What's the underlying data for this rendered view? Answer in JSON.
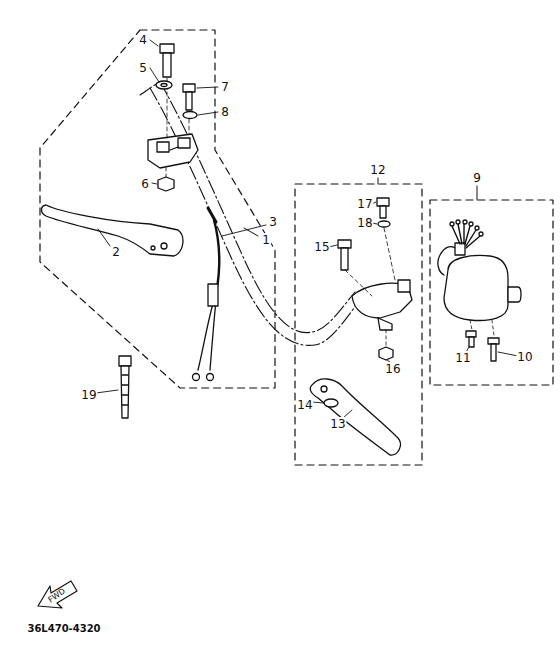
{
  "diagram": {
    "labels": [
      "4",
      "5",
      "7",
      "8",
      "6",
      "1",
      "2",
      "3",
      "12",
      "17",
      "18",
      "15",
      "16",
      "14",
      "13",
      "9",
      "11",
      "10",
      "19",
      "FWD",
      "36L470-4320"
    ]
  }
}
